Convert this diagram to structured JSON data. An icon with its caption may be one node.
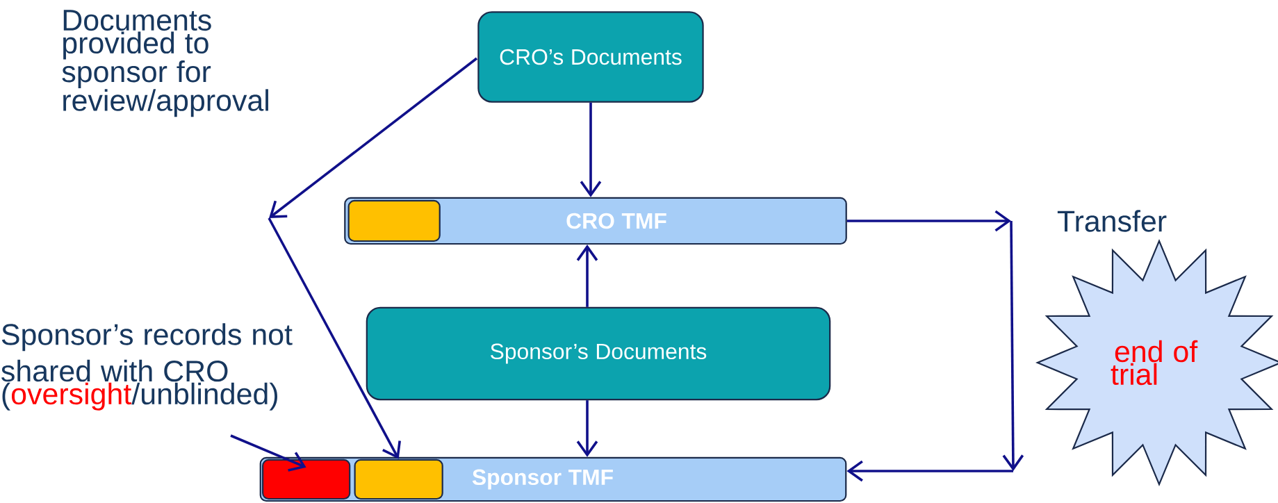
{
  "diagram": {
    "nodes": [
      {
        "text": [
          "CRO’s Documents"
        ]
      },
      {
        "text": [
          "CRO TMF"
        ]
      },
      {
        "text": [],
        "shape": "box",
        "in": 1
      },
      {
        "text": [
          "Sponsor’s Documents"
        ]
      },
      {
        "text": [
          "Sponsor TMF"
        ]
      },
      {
        "text": [],
        "shape": "box",
        "in": 4
      },
      {
        "text": [],
        "shape": "box",
        "in": 4
      },
      {
        "text": [
          "Sponsor’s records not shared with CRO",
          "(",
          "oversight",
          "/unblinded)"
        ]
      },
      {
        "text": [
          "end of trial"
        ]
      }
    ],
    "edges": [
      {
        "from": 0,
        "to": 1,
        "arrow": "to"
      },
      {
        "from": 3,
        "to": 1,
        "arrow": "to"
      },
      {
        "from": 3,
        "to": 4,
        "arrow": "to"
      },
      {
        "from": 0,
        "to": 6,
        "arrow": "to"
      },
      {
        "from": 7,
        "to": 5,
        "arrow": "to"
      },
      {
        "from": 1,
        "to": 4,
        "arrow": "to",
        "label": "Transfer"
      }
    ],
    "labels": [
      "Documents provided to sponsor for review/approval"
    ]
  }
}
